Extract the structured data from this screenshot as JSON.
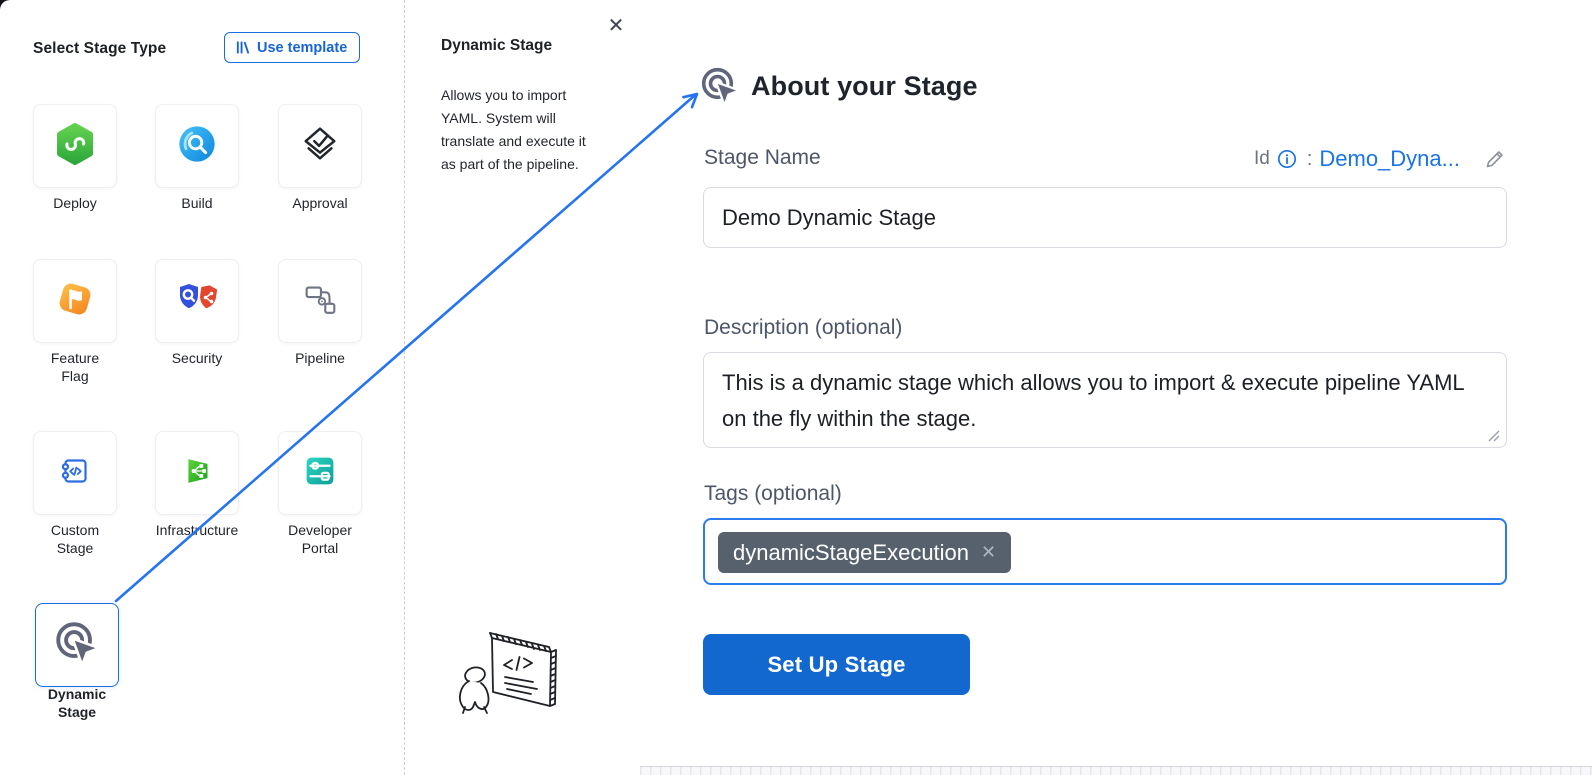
{
  "left_panel": {
    "title": "Select Stage Type",
    "use_template": {
      "label": "Use template",
      "icon": "library-icon"
    },
    "stages": [
      {
        "label": "Deploy",
        "icon": "deploy-icon"
      },
      {
        "label": "Build",
        "icon": "build-icon"
      },
      {
        "label": "Approval",
        "icon": "approval-icon"
      },
      {
        "label": "Feature Flag",
        "icon": "feature-flag-icon"
      },
      {
        "label": "Security",
        "icon": "security-icon"
      },
      {
        "label": "Pipeline",
        "icon": "pipeline-icon"
      },
      {
        "label": "Custom Stage",
        "icon": "custom-stage-icon"
      },
      {
        "label": "Infrastructure",
        "icon": "infrastructure-icon"
      },
      {
        "label": "Developer Portal",
        "icon": "developer-portal-icon"
      },
      {
        "label": "Dynamic Stage",
        "icon": "dynamic-stage-icon",
        "selected": true
      }
    ]
  },
  "info_panel": {
    "title": "Dynamic Stage",
    "description": "Allows you to import YAML. System will translate and execute it as part of the pipeline.",
    "close_glyph": "✕"
  },
  "about_panel": {
    "heading": "About your Stage",
    "stage_name": {
      "label": "Stage Name",
      "value": "Demo Dynamic Stage"
    },
    "identifier": {
      "label": "Id",
      "separator": ":",
      "value": "Demo_Dyna..."
    },
    "description": {
      "label": "Description (optional)",
      "value": "This is a dynamic stage which allows you to import & execute pipeline YAML on the fly within the stage."
    },
    "tags": {
      "label": "Tags (optional)",
      "items": [
        {
          "label": "dynamicStageExecution",
          "remove_glyph": "✕"
        }
      ]
    },
    "submit_label": "Set Up Stage"
  },
  "colors": {
    "accent_blue": "#1b6ce0",
    "link_blue": "#1a73e8",
    "button_blue": "#1368d0",
    "chip_bg": "#57616e",
    "dynamic_icon_slate": "#60657a"
  }
}
